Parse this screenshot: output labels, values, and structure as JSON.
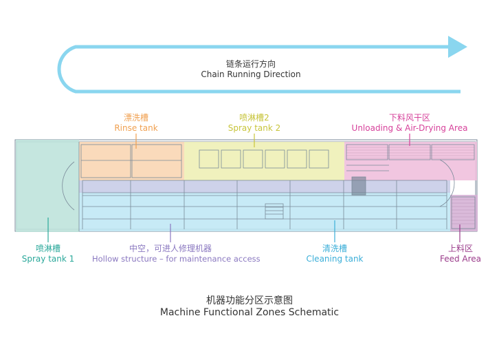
{
  "direction": {
    "label_cn": "链条运行方向",
    "label_en": "Chain Running Direction"
  },
  "zones": [
    {
      "id": "spray-tank-1",
      "label_cn": "喷淋槽",
      "label_en": "Spray tank 1",
      "color": "#2aa89a"
    },
    {
      "id": "rinse-tank",
      "label_cn": "漂洗槽",
      "label_en": "Rinse tank",
      "color": "#f0a050"
    },
    {
      "id": "spray-tank-2",
      "label_cn": "喷淋槽2",
      "label_en": "Spray tank 2",
      "color": "#c7c43a"
    },
    {
      "id": "unloading-area",
      "label_cn": "下料风干区",
      "label_en": "Unloading & Air-Drying Area",
      "color": "#d6409a"
    },
    {
      "id": "hollow-structure",
      "label_cn": "中空，可进人修理机器",
      "label_en": "Hollow structure – for maintenance access",
      "color": "#8a78c0"
    },
    {
      "id": "cleaning-tank",
      "label_cn": "清洗槽",
      "label_en": "Cleaning tank",
      "color": "#3aaed8"
    },
    {
      "id": "feed-area",
      "label_cn": "上料区",
      "label_en": "Feed Area",
      "color": "#9a3a8a"
    }
  ],
  "caption": {
    "title_cn": "机器功能分区示意图",
    "title_en": "Machine Functional Zones Schematic"
  },
  "colors": {
    "arrow": "#8ad6ef",
    "machine_line": "#7a8a99"
  }
}
